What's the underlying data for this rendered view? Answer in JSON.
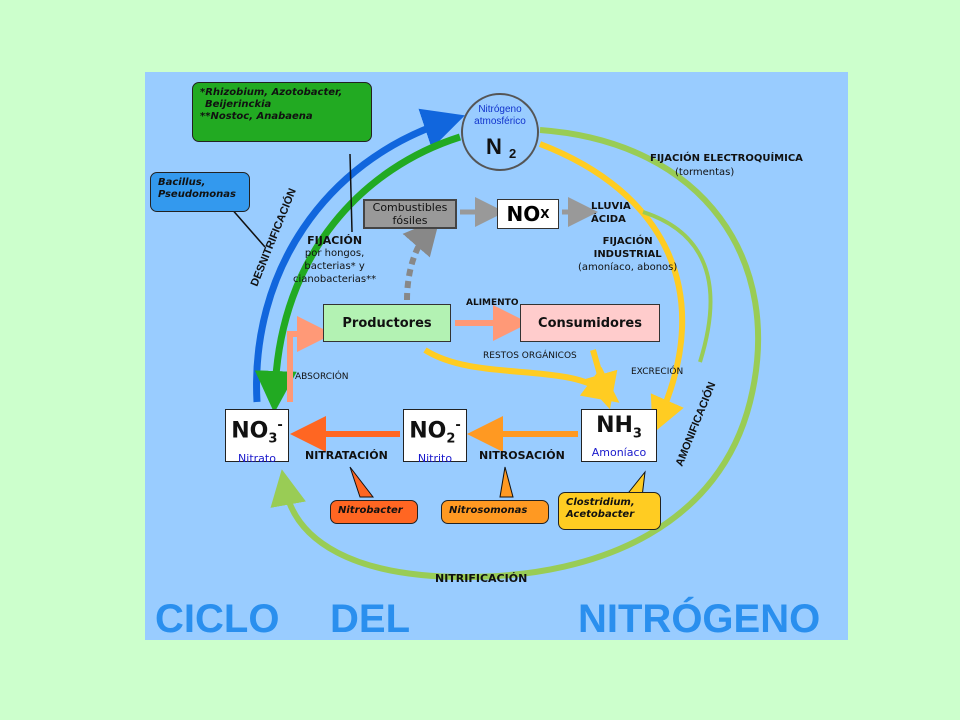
{
  "title": {
    "word1": "CICLO",
    "word2": "DEL",
    "word3": "NITRÓGENO"
  },
  "n2": {
    "name_line1": "Nitrógeno",
    "name_line2": "atmosférico",
    "formula": "N",
    "sub": "2"
  },
  "fossil": {
    "line1": "Combustibles",
    "line2": "fósiles"
  },
  "nox": {
    "formula": "NO",
    "sub": "X"
  },
  "rain": {
    "line1": "LLUVIA",
    "line2": "ÁCIDA"
  },
  "electro": {
    "line1": "FIJACIÓN ELECTROQUÍMICA",
    "line2": "(tormentas)"
  },
  "industrial": {
    "line1": "FIJACIÓN",
    "line2": "INDUSTRIAL",
    "line3": "(amoníaco, abonos)"
  },
  "fixation": {
    "title": "FIJACIÓN",
    "line1": "por hongos,",
    "line2": "bacterias* y",
    "line3": "cianobacterias**"
  },
  "producers": "Productores",
  "consumers": "Consumidores",
  "labels": {
    "food": "ALIMENTO",
    "organic": "RESTOS ORGÁNICOS",
    "excretion": "EXCRECIÓN",
    "absorption": "ABSORCIÓN",
    "nitratacion": "NITRATACIÓN",
    "nitrosacion": "NITROSACIÓN",
    "nitrificacion": "NITRIFICACIÓN",
    "amonificacion": "AMONIFICACIÓN",
    "desnitrificacion": "DESNITRIFICACIÓN"
  },
  "nitrate": {
    "formula": "NO",
    "sub": "3",
    "sup": "-",
    "name": "Nitrato"
  },
  "nitrite": {
    "formula": "NO",
    "sub": "2",
    "sup": "-",
    "name": "Nitrito"
  },
  "ammonia": {
    "formula": "NH",
    "sub": "3",
    "name": "Amoníaco"
  },
  "bubbles": {
    "rhizobium_line1": "*Rhizobium, Azotobacter,",
    "rhizobium_line2": "Beijerinckia",
    "rhizobium_line3": "**Nostoc, Anabaena",
    "bacillus_line1": "Bacillus,",
    "bacillus_line2": "Pseudomonas",
    "nitrobacter": "Nitrobacter",
    "nitrosomonas": "Nitrosomonas",
    "clostridium_line1": "Clostridium,",
    "clostridium_line2": "Acetobacter"
  },
  "colors": {
    "page_bg": "#ccffcc",
    "diagram_bg": "#99ccff",
    "green_bubble": "#22aa22",
    "blue_bubble": "#3399ee",
    "producers": "#b3f2b3",
    "consumers": "#ffcccc",
    "orange": "#ff6622",
    "yellow": "#ffcc22",
    "lightgreen": "#99cc55"
  }
}
